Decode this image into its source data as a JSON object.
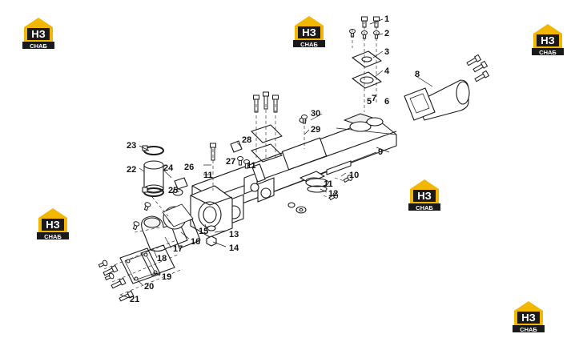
{
  "logo": {
    "mark": "НЗ",
    "caption": "СНАБ",
    "colors": {
      "yellow": "#f2b705",
      "dark": "#1a1a1a"
    }
  },
  "callouts": [
    "1",
    "2",
    "3",
    "4",
    "5",
    "6",
    "7",
    "8",
    "9",
    "10",
    "11",
    "11",
    "11",
    "12",
    "13",
    "14",
    "15",
    "16",
    "17",
    "18",
    "19",
    "20",
    "21",
    "22",
    "23",
    "24",
    "25",
    "26",
    "27",
    "28",
    "29",
    "30"
  ],
  "colors": {
    "line": "#1a1a1a",
    "fill": "#ffffff",
    "shade": "#d8d8d8"
  }
}
